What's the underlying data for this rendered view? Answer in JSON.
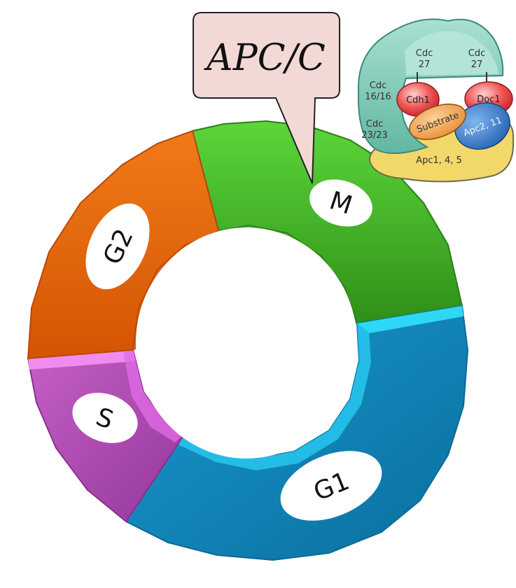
{
  "callout": {
    "label": "APC/C"
  },
  "cycle": {
    "phases": [
      {
        "id": "m",
        "label": "M",
        "color": "#3aa61f"
      },
      {
        "id": "g1",
        "label": "G1",
        "color": "#0f7fb2"
      },
      {
        "id": "s",
        "label": "S",
        "color": "#b04fb1"
      },
      {
        "id": "g2",
        "label": "G2",
        "color": "#e2620a"
      }
    ]
  },
  "complex": {
    "subunits": {
      "cdc27_left": "Cdc\n27",
      "cdc27_right": "Cdc\n27",
      "cdc16": "Cdc\n16/16",
      "cdc23": "Cdc\n23/23",
      "cdh1": "Cdh1",
      "doc1": "Doc1",
      "substrate": "Substrate",
      "apc2": "Apc2, 11",
      "apc1": "Apc1, 4, 5"
    },
    "colors": {
      "arch": "#8fd0bf",
      "platform": "#f4dc72",
      "cdh1": "#e9474c",
      "doc1": "#e9474c",
      "substrate": "#f0a04a",
      "apc2": "#2f76c2"
    }
  }
}
